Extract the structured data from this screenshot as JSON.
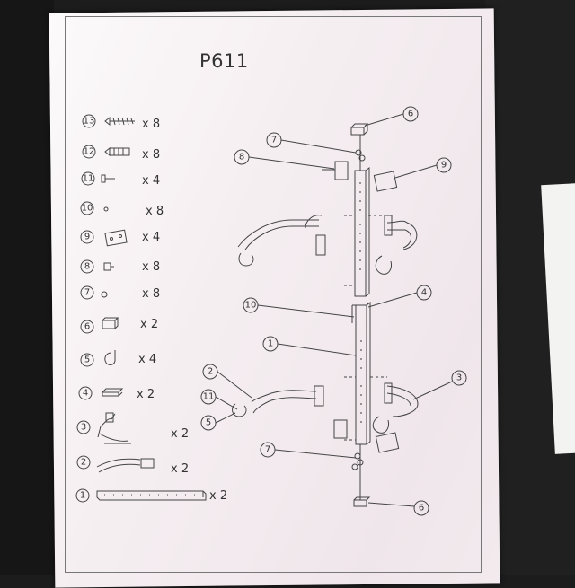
{
  "title": "P611",
  "parts": [
    {
      "number": "13",
      "qty": "x 8"
    },
    {
      "number": "12",
      "qty": "x 8"
    },
    {
      "number": "11",
      "qty": "x 4"
    },
    {
      "number": "10",
      "qty": "x 8"
    },
    {
      "number": "9",
      "qty": "x 4"
    },
    {
      "number": "8",
      "qty": "x 8"
    },
    {
      "number": "7",
      "qty": "x 8"
    },
    {
      "number": "6",
      "qty": "x 2"
    },
    {
      "number": "5",
      "qty": "x 4"
    },
    {
      "number": "4",
      "qty": "x 2"
    },
    {
      "number": "3",
      "qty": "x 2"
    },
    {
      "number": "2",
      "qty": "x 2"
    },
    {
      "number": "1",
      "qty": "x 2"
    }
  ],
  "callouts": [
    {
      "label": "6"
    },
    {
      "label": "7"
    },
    {
      "label": "8"
    },
    {
      "label": "9"
    },
    {
      "label": "4"
    },
    {
      "label": "10"
    },
    {
      "label": "1"
    },
    {
      "label": "2"
    },
    {
      "label": "11"
    },
    {
      "label": "5"
    },
    {
      "label": "3"
    },
    {
      "label": "7"
    },
    {
      "label": "6"
    }
  ]
}
